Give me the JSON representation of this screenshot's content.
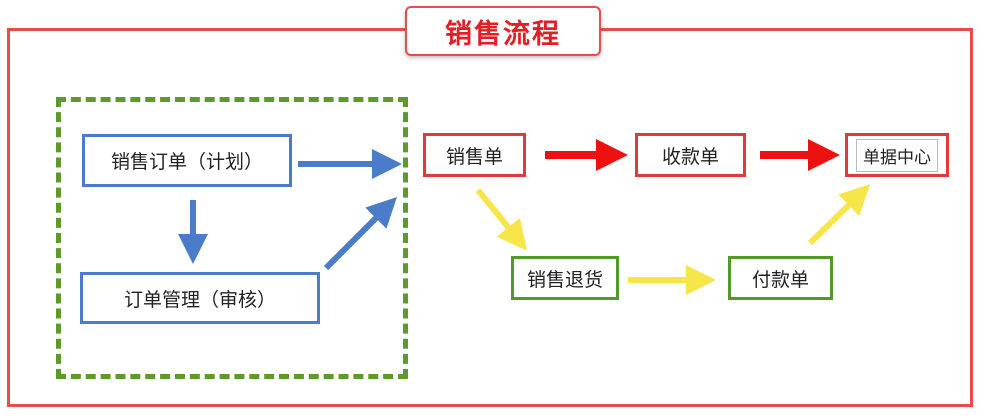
{
  "title": "销售流程",
  "nodes": {
    "order_plan": "销售订单（计划）",
    "order_manage": "订单管理（审核）",
    "sales_doc": "销售单",
    "receipt_doc": "收款单",
    "doc_center": "单据中心",
    "sales_return": "销售退货",
    "payment_doc": "付款单"
  },
  "colors": {
    "frame": "#e84c4c",
    "title_text": "#e31e24",
    "blue": "#4a7cc9",
    "red_arrow": "#ee1111",
    "yellow_arrow": "#f7e54a",
    "green": "#5b9a2b"
  }
}
